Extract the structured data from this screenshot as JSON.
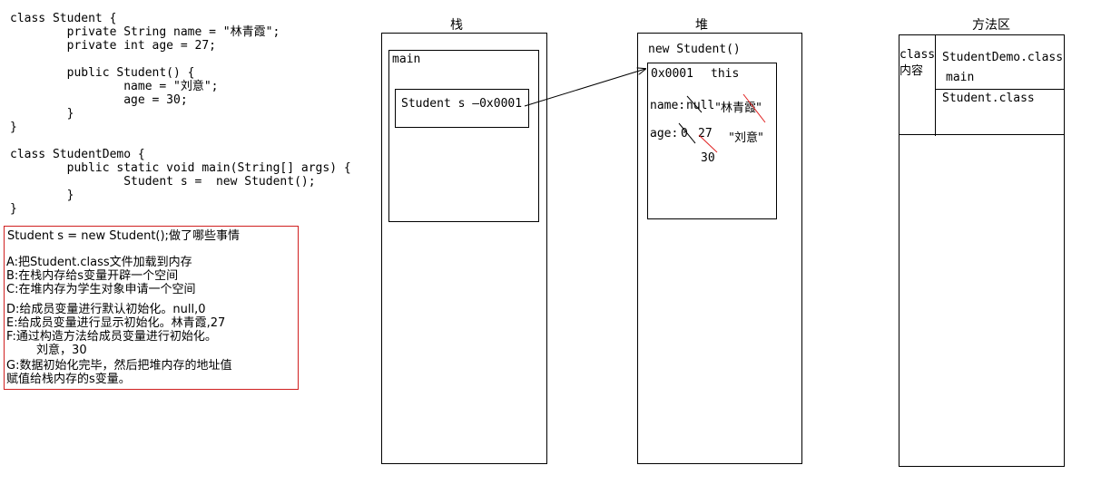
{
  "code": {
    "lines": [
      "class Student {",
      "        private String name = \"林青霞\";",
      "        private int age = 27;",
      "",
      "        public Student() {",
      "                name = \"刘意\";",
      "                age = 30;",
      "        }",
      "}",
      "",
      "class StudentDemo {",
      "        public static void main(String[] args) {",
      "                Student s =  new Student();",
      "        }",
      "}"
    ]
  },
  "notes": {
    "title": "Student s = new Student();做了哪些事情",
    "lines": [
      "A:把Student.class文件加载到内存",
      "B:在栈内存给s变量开辟一个空间",
      "C:在堆内存为学生对象申请一个空间",
      "D:给成员变量进行默认初始化。null,0",
      "E:给成员变量进行显示初始化。林青霞,27",
      "F:通过构造方法给成员变量进行初始化。",
      "        刘意，30",
      "G:数据初始化完毕，然后把堆内存的地址值",
      "赋值给栈内存的s变量。"
    ]
  },
  "stack": {
    "title": "栈",
    "frame_label": "main",
    "variable": "Student s —0x0001"
  },
  "heap": {
    "title": "堆",
    "header": "new Student()",
    "address": "0x0001",
    "this_label": "this",
    "name_field": "name:",
    "name_default": "null",
    "name_value": "\"林青霞\"",
    "age_field": "age:",
    "age_default": "0",
    "age_value": "27",
    "name_final": "\"刘意\"",
    "age_final": "30"
  },
  "method_area": {
    "title": "方法区",
    "class_label_1": "class",
    "class_label_2": "内容",
    "entry_1": "StudentDemo.class",
    "entry_1_sub": "main",
    "entry_2": "Student.class"
  },
  "colors": {
    "strike": "#e02020",
    "notes_border": "#d02020"
  }
}
